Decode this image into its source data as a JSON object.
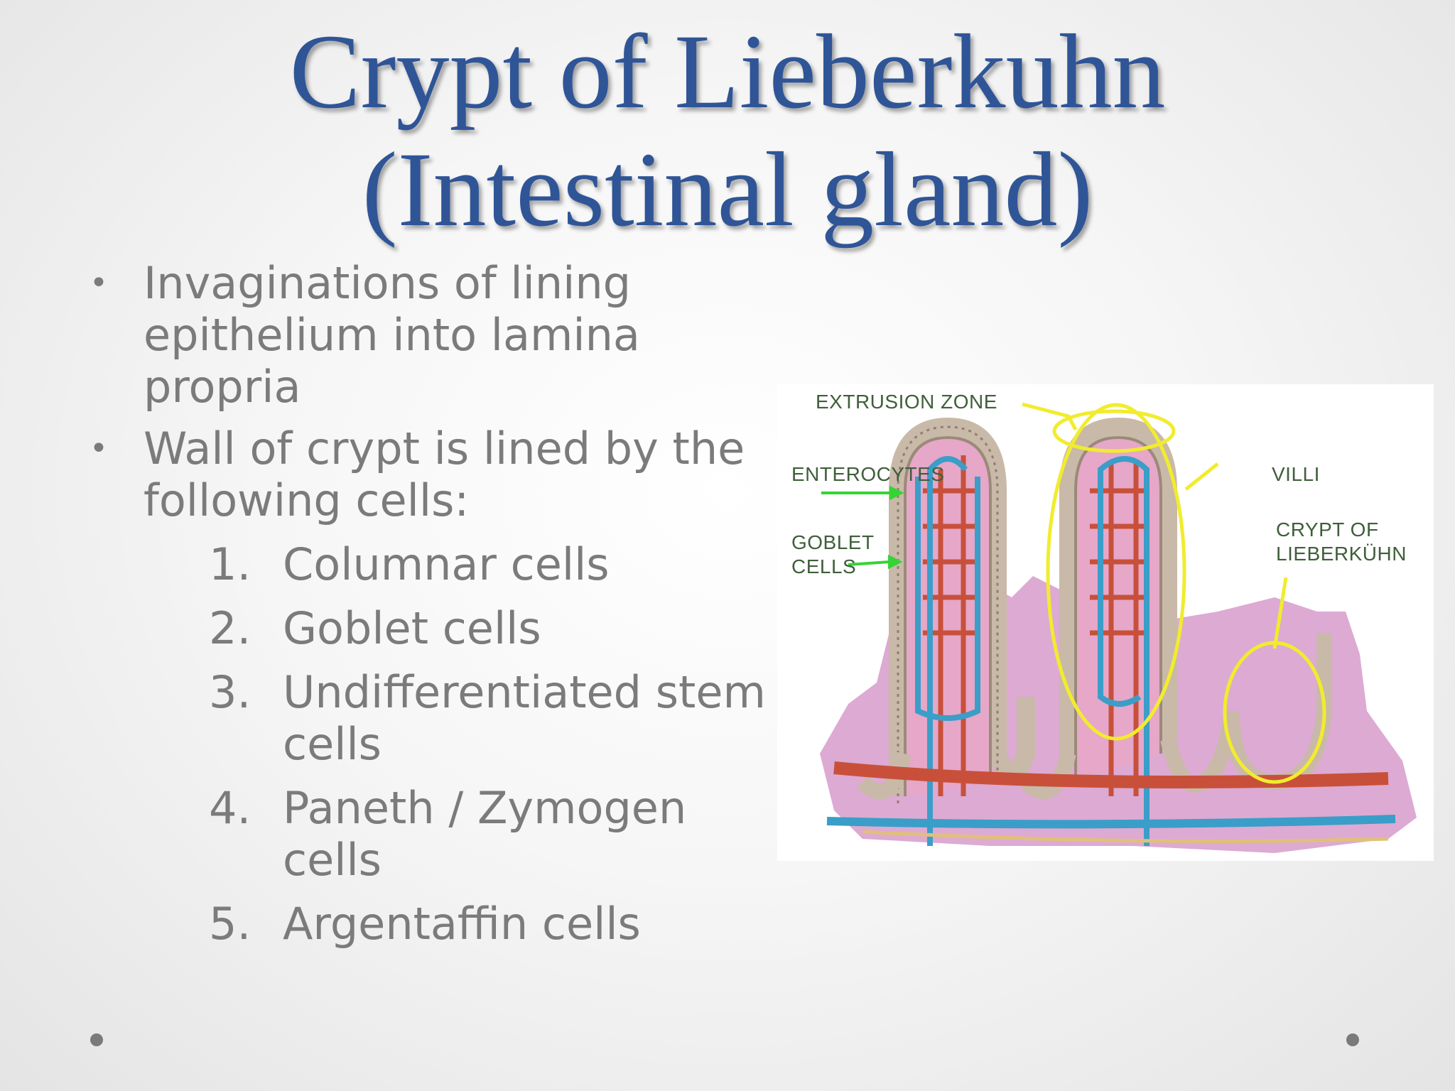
{
  "title": {
    "line1": "Crypt of Lieberkuhn",
    "line2": "(Intestinal gland)"
  },
  "bullets": [
    {
      "marker": "•",
      "text": "Invaginations of lining epithelium into lamina propria"
    },
    {
      "marker": "•",
      "text": "Wall of crypt is lined by the following cells:"
    }
  ],
  "cell_types": [
    {
      "num": "1.",
      "text": "Columnar cells"
    },
    {
      "num": "2.",
      "text": "Goblet cells"
    },
    {
      "num": "3.",
      "text": "Undifferentiated stem cells"
    },
    {
      "num": "4.",
      "text": "Paneth / Zymogen cells"
    },
    {
      "num": "5.",
      "text": "Argentaffin cells"
    }
  ],
  "diagram": {
    "labels": {
      "extrusion_zone": "EXTRUSION ZONE",
      "enterocytes": "ENTEROCYTES",
      "goblet_cells": "GOBLET\nCELLS",
      "villi": "VILLI",
      "crypt": "CRYPT OF\nLIEBERKÜHN"
    },
    "colors": {
      "pointer_green": "#35d435",
      "highlight_yellow": "#f1ec2e",
      "tissue_pink": "#d79bcb",
      "artery_red": "#c8503a",
      "vein_blue": "#3a9ec8"
    }
  }
}
